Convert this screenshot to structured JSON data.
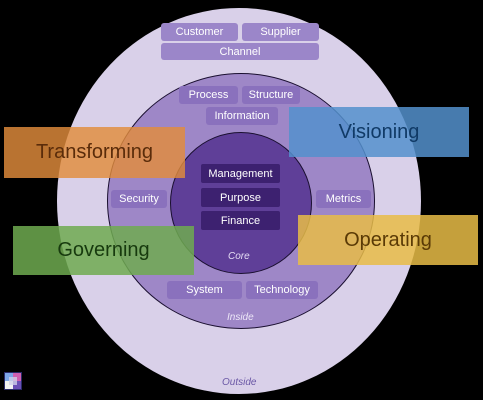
{
  "outer_ring": {
    "pills": [
      "Customer",
      "Supplier",
      "Channel"
    ],
    "label": "Outside"
  },
  "inside_ring": {
    "top_pills": [
      "Process",
      "Structure",
      "Information"
    ],
    "side_pills": [
      "Security",
      "Metrics"
    ],
    "bottom_pills": [
      "System",
      "Technology"
    ],
    "label": "Inside"
  },
  "core": {
    "pills": [
      "Management",
      "Purpose",
      "Finance"
    ],
    "label": "Core"
  },
  "overlays": {
    "transforming": "Transforming",
    "visioning": "Visioning",
    "governing": "Governing",
    "operating": "Operating"
  },
  "colors": {
    "outer": "#d9d0e9",
    "inside": "#9e87c7",
    "core": "#5f3f98",
    "transforming": "#e28c3c",
    "visioning": "#5491cd",
    "governing": "#6eaa50",
    "operating": "#e8bc46"
  },
  "logo_icon": "app-logo-icon"
}
